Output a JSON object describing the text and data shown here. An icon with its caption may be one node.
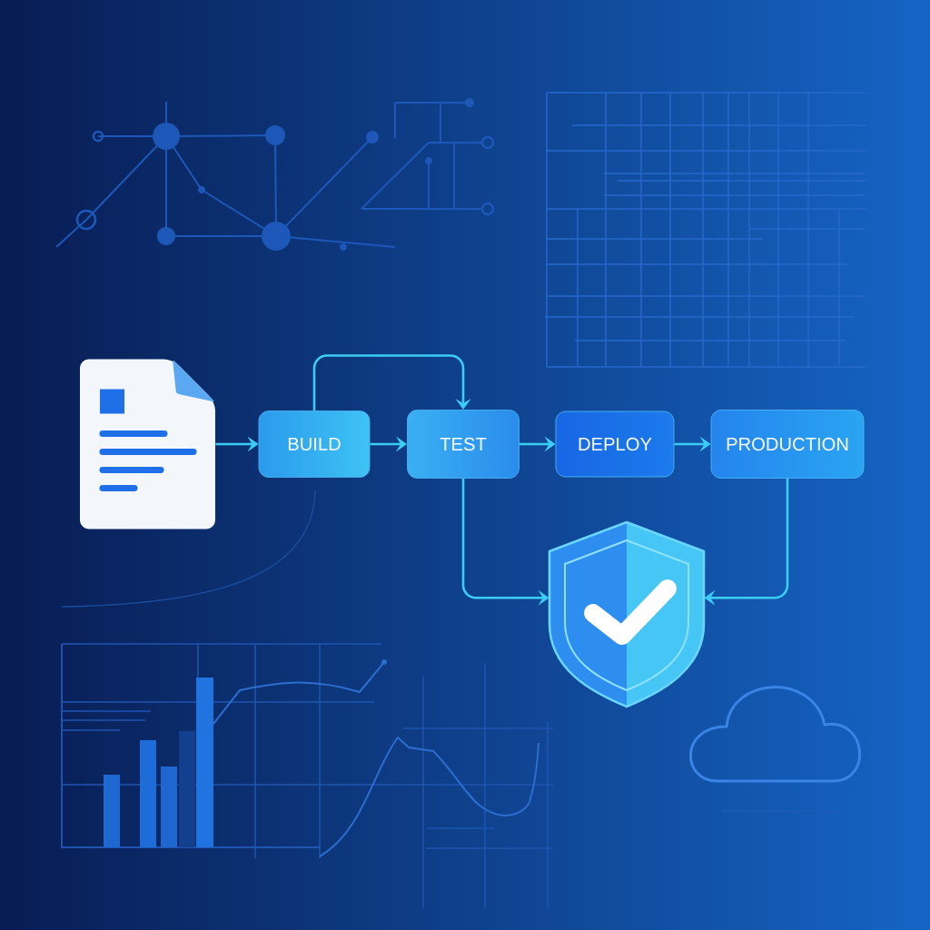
{
  "diagram": {
    "nodes": [
      {
        "text": [],
        "shape": "document"
      },
      {
        "text": [
          "BUILD"
        ]
      },
      {
        "text": [
          "TEST"
        ]
      },
      {
        "text": [
          "DEPLOY"
        ]
      },
      {
        "text": [
          "PRODUCTION"
        ]
      },
      {
        "text": [],
        "shape": "shield"
      }
    ],
    "edges": [
      {
        "from": 0,
        "to": 1,
        "arrow": "to"
      },
      {
        "from": 1,
        "to": 2,
        "arrow": "to"
      },
      {
        "from": 1,
        "to": 2,
        "arrow": "to"
      },
      {
        "from": 2,
        "to": 3,
        "arrow": "to"
      },
      {
        "from": 3,
        "to": 4,
        "arrow": "to"
      },
      {
        "from": 2,
        "to": 5,
        "arrow": "to"
      },
      {
        "from": 4,
        "to": 5,
        "arrow": "to"
      }
    ]
  }
}
